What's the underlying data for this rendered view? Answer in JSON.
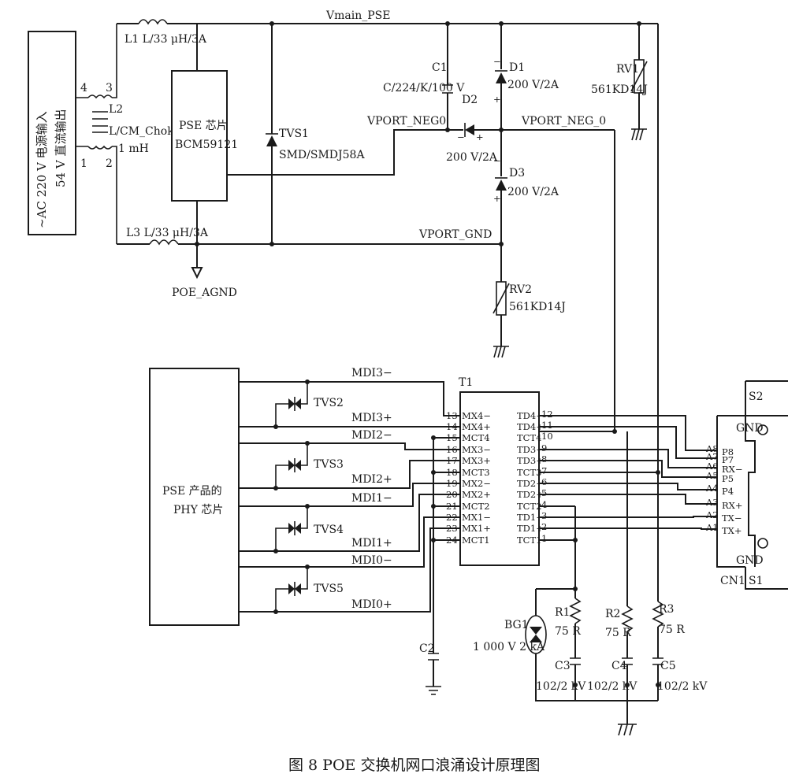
{
  "caption": "图 8   POE 交换机网口浪涌设计原理图",
  "power_section": {
    "ac_input": "~AC 220 V 电源输入",
    "dc_output": "54 V 直流输出",
    "net_vmain": "Vmain_PSE",
    "net_vport_neg0": "VPORT_NEG0",
    "net_vport_neg_0": "VPORT_NEG_0",
    "net_vport_gnd": "VPORT_GND",
    "gnd_label": "POE_AGND",
    "l1": "L1  L/33 μH/3A",
    "l2_ref": "L2",
    "l2_val1": "L/CM_Choke/",
    "l2_val2": "1 mH",
    "l2_pins": [
      "4",
      "3",
      "1",
      "2"
    ],
    "l3": "L3  L/33 μH/3A",
    "pse_chip1": "PSE 芯片",
    "pse_chip2": "BCM59121",
    "tvs1_ref": "TVS1",
    "tvs1_val": "SMD/SMDJ58A",
    "c1_ref": "C1",
    "c1_val": "C/224/K/100 V",
    "d1_ref": "D1",
    "d1_val": "200 V/2A",
    "d2_ref": "D2",
    "d2_val": "200 V/2A",
    "d3_ref": "D3",
    "d3_val": "200 V/2A",
    "rv1_ref": "RV1",
    "rv1_val": "561KD14J",
    "rv2_ref": "RV2",
    "rv2_val": "561KD14J"
  },
  "phy_section": {
    "phy1": "PSE 产品的",
    "phy2": "PHY 芯片",
    "mdi": [
      "MDI3−",
      "MDI3+",
      "MDI2−",
      "MDI2+",
      "MDI1−",
      "MDI1+",
      "MDI0−",
      "MDI0+"
    ],
    "tvs": [
      "TVS2",
      "TVS3",
      "TVS4",
      "TVS5"
    ],
    "t1_ref": "T1",
    "t1_left_pins": [
      "13",
      "14",
      "15",
      "16",
      "17",
      "18",
      "19",
      "20",
      "21",
      "22",
      "23",
      "24"
    ],
    "t1_left_names": [
      "MX4−",
      "MX4+",
      "MCT4",
      "MX3−",
      "MX3+",
      "MCT3",
      "MX2−",
      "MX2+",
      "MCT2",
      "MX1−",
      "MX1+",
      "MCT1"
    ],
    "t1_right_pins": [
      "12",
      "11",
      "10",
      "9",
      "8",
      "7",
      "6",
      "5",
      "4",
      "3",
      "2",
      "1"
    ],
    "t1_right_names": [
      "TD4−",
      "TD4+",
      "TCT4",
      "TD3−",
      "TD3+",
      "TCT3",
      "TD2−",
      "TD2+",
      "TCT2",
      "TD1−",
      "TD1+",
      "TCT1"
    ],
    "c2_ref": "C2",
    "bg1_ref": "BG1",
    "bg1_val": "1 000 V 2 kA",
    "r1_ref": "R1",
    "r1_val": "75 R",
    "r2_ref": "R2",
    "r2_val": "75 R",
    "r3_ref": "R3",
    "r3_val": "75 R",
    "c3_ref": "C3",
    "c3_val": "102/2 kV",
    "c4_ref": "C4",
    "c4_val": "102/2 kV",
    "c5_ref": "C5",
    "c5_val": "102/2 kV",
    "cn1_ref": "CN1",
    "s1_ref": "S1",
    "s2_ref": "S2",
    "gnd_top": "GND",
    "gnd_bottom": "GND",
    "cn_a": [
      "A8",
      "A7",
      "A6",
      "A5",
      "A4",
      "A3",
      "A2",
      "A1"
    ],
    "cn_p": [
      "P8",
      "P7",
      "RX−",
      "P5",
      "P4",
      "RX+",
      "TX−",
      "TX+"
    ]
  }
}
